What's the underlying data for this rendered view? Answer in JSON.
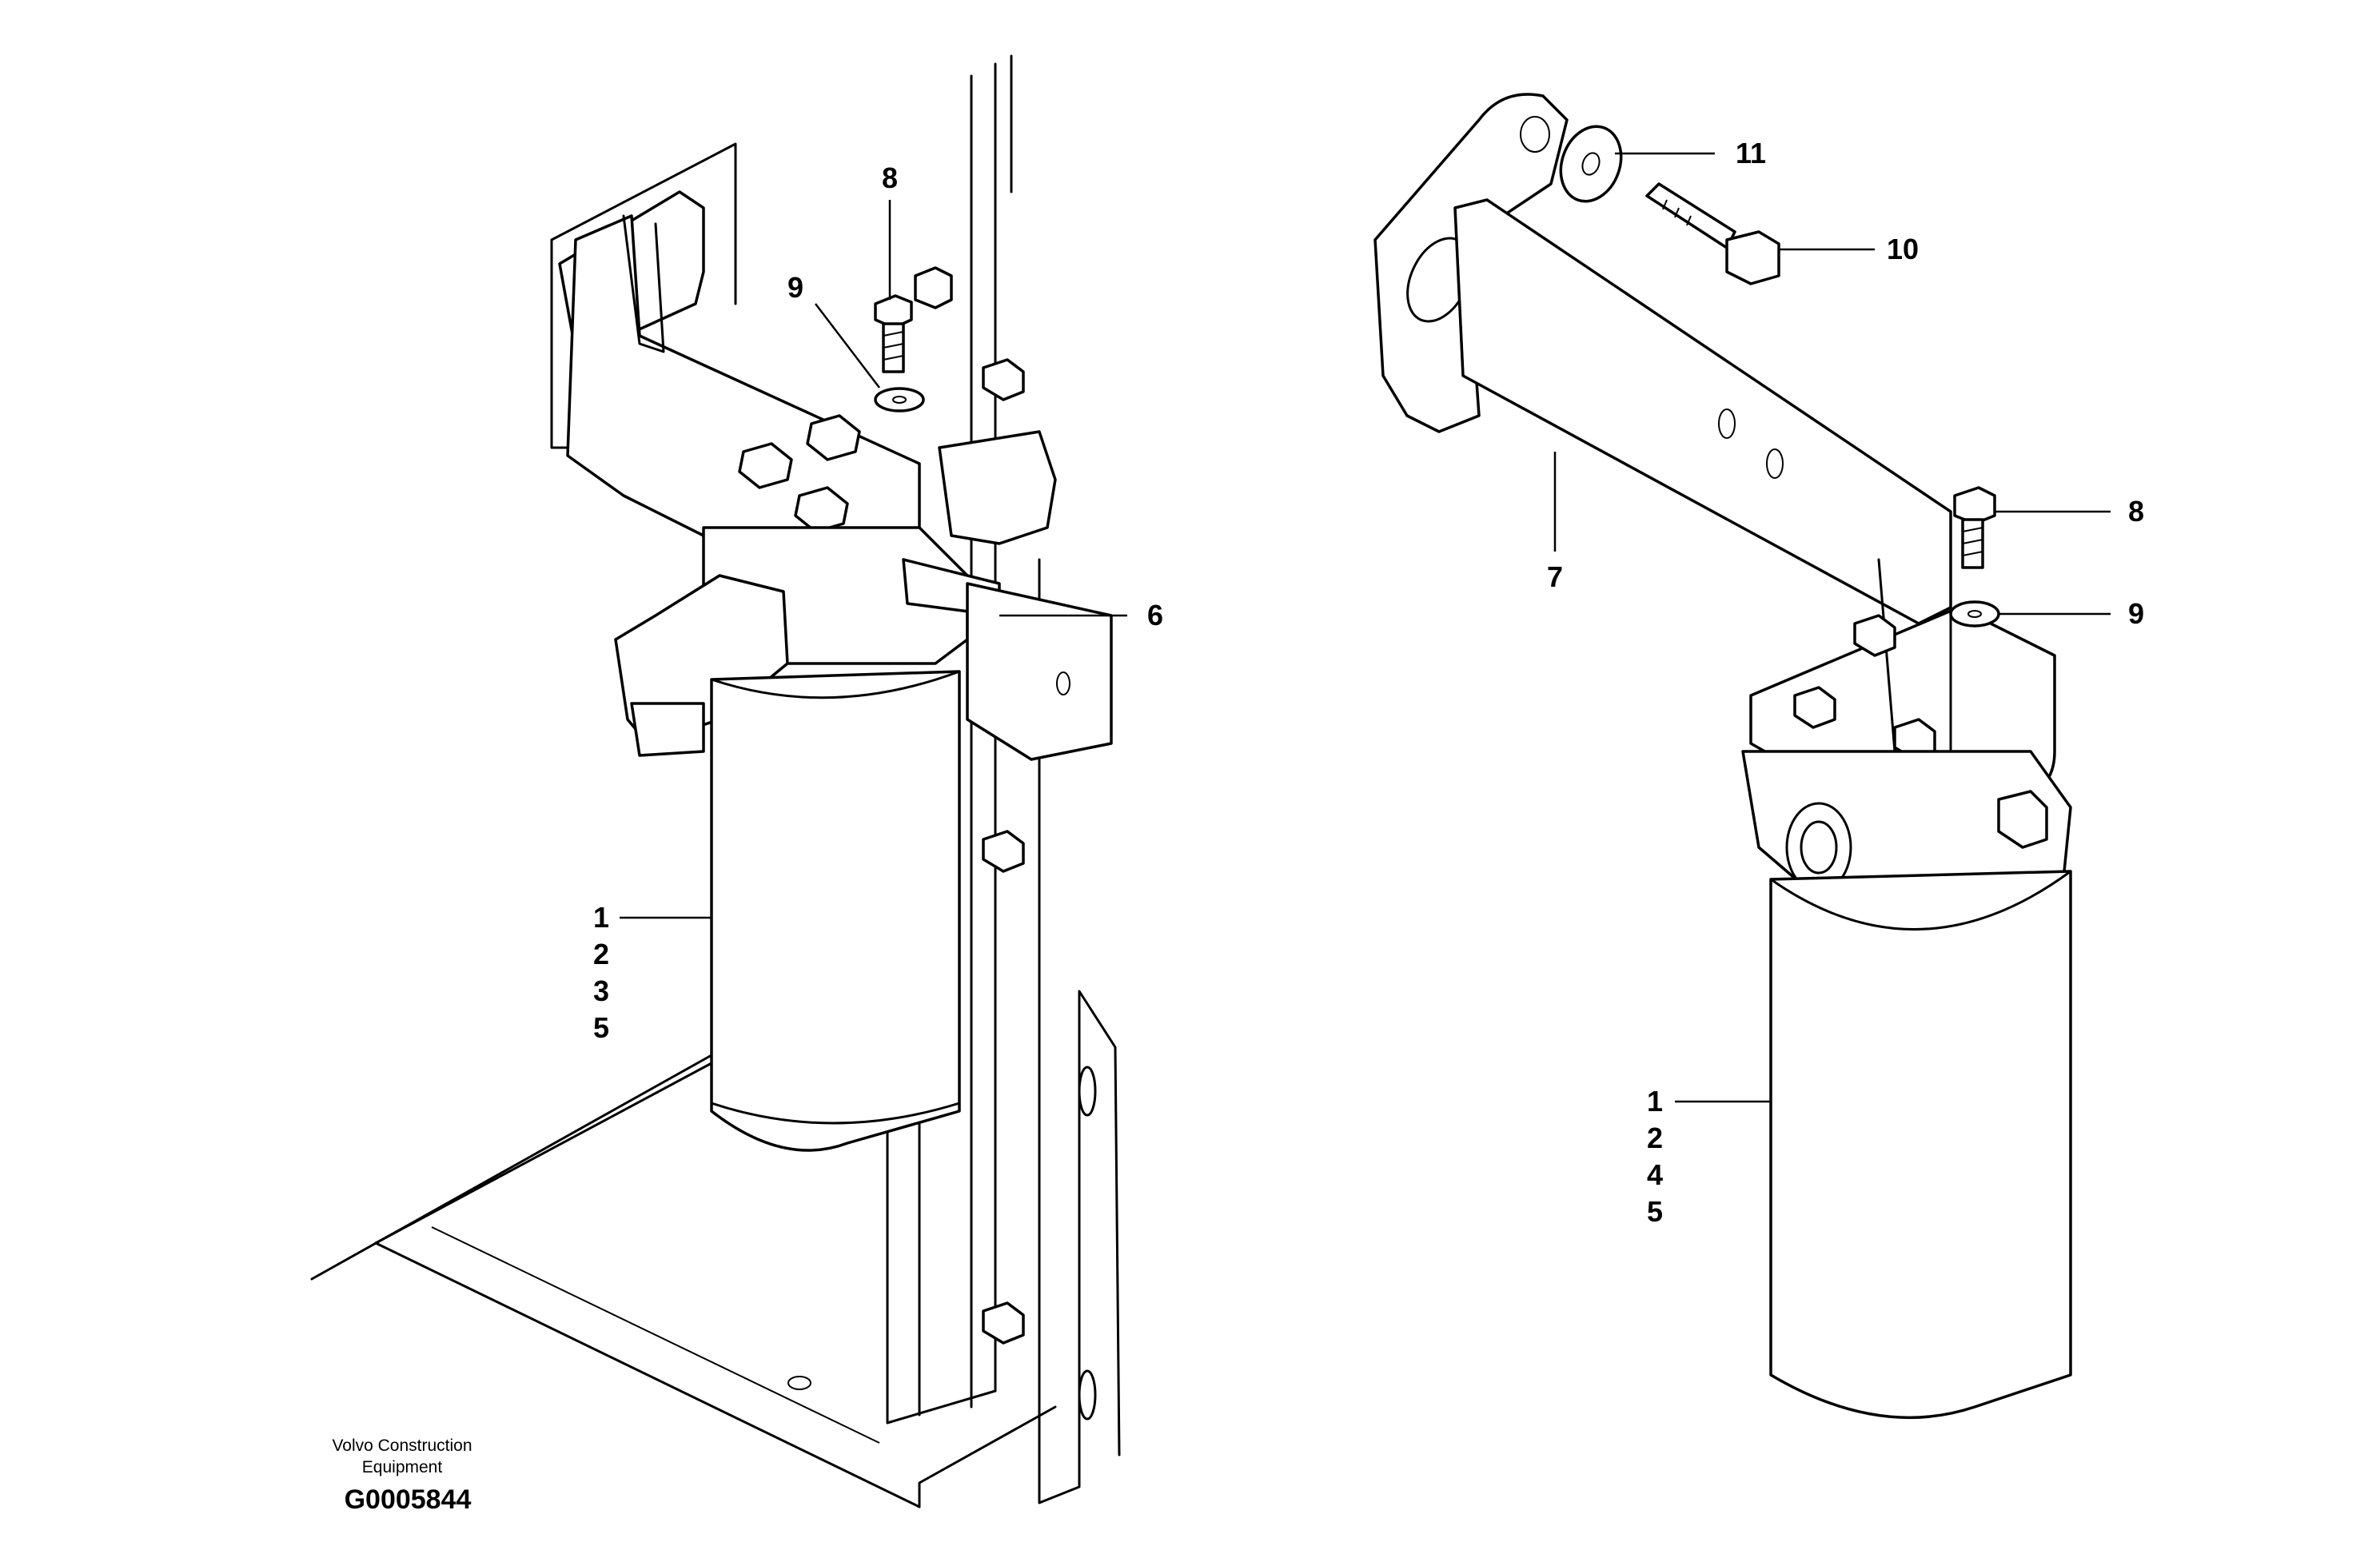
{
  "callouts": {
    "left_8": "8",
    "left_9": "9",
    "left_6": "6",
    "left_1": "1",
    "left_2": "2",
    "left_3": "3",
    "left_5": "5",
    "right_11": "11",
    "right_10": "10",
    "right_7": "7",
    "right_8": "8",
    "right_9": "9",
    "right_1": "1",
    "right_2": "2",
    "right_4": "4",
    "right_5": "5"
  },
  "credit": {
    "line1": "Volvo Construction",
    "line2": "Equipment",
    "drawing_id": "G0005844"
  },
  "colors": {
    "line": "#000000",
    "background": "#ffffff"
  }
}
